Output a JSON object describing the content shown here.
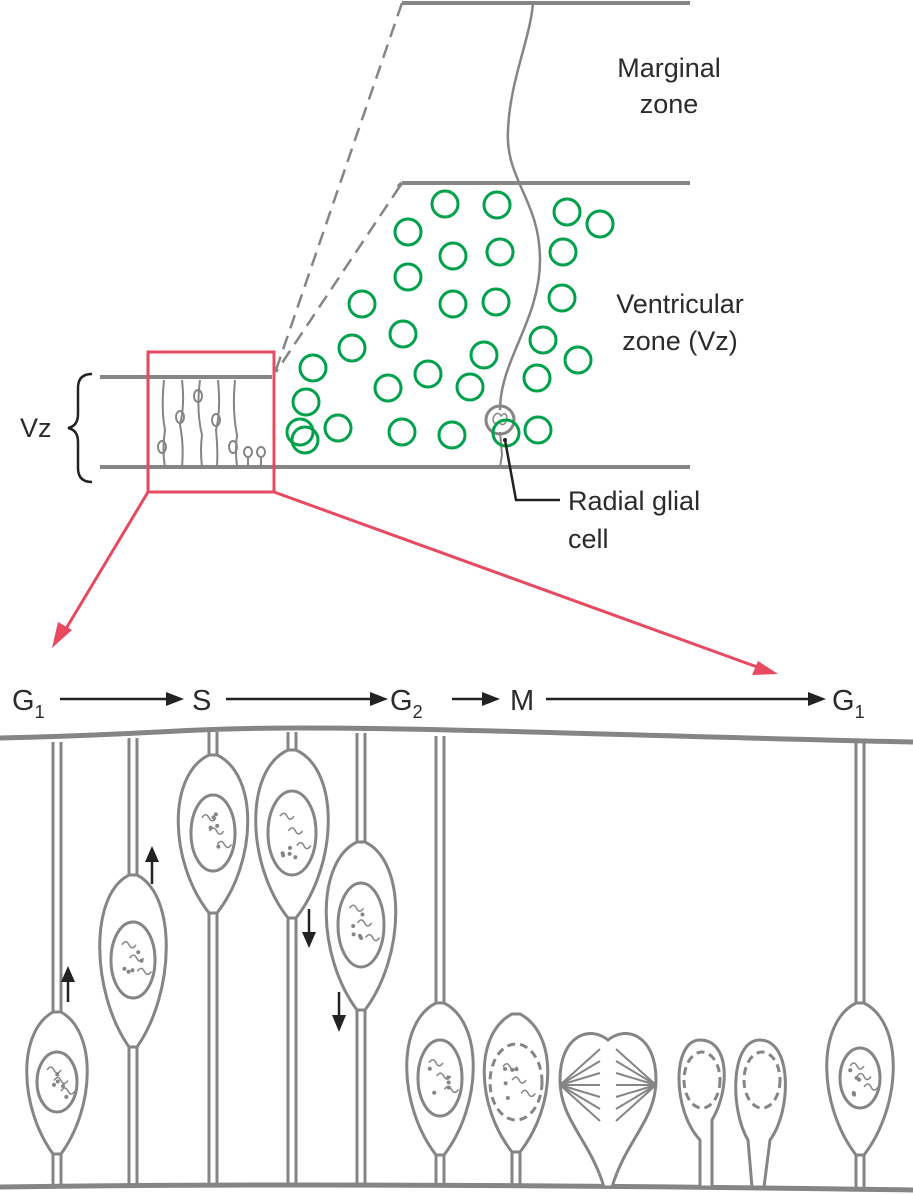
{
  "figure": {
    "labels": {
      "marginal_zone": [
        "Marginal",
        "zone"
      ],
      "ventricular_zone": [
        "Ventricular",
        "zone (Vz)"
      ],
      "vz_bracket": "Vz",
      "radial_glial_cell": [
        "Radial glial",
        "cell"
      ]
    },
    "cell_cycle": [
      {
        "main": "G",
        "sub": "1"
      },
      {
        "main": "S",
        "sub": ""
      },
      {
        "main": "G",
        "sub": "2"
      },
      {
        "main": "M",
        "sub": ""
      },
      {
        "main": "G",
        "sub": "1"
      }
    ],
    "colors": {
      "line_gray": "#858585",
      "progenitor_green": "#00a14b",
      "highlight_red": "#e84a62",
      "text": "#2b2b2b"
    },
    "nuclear_migration_arrows": [
      "up",
      "up",
      "down",
      "down"
    ]
  }
}
